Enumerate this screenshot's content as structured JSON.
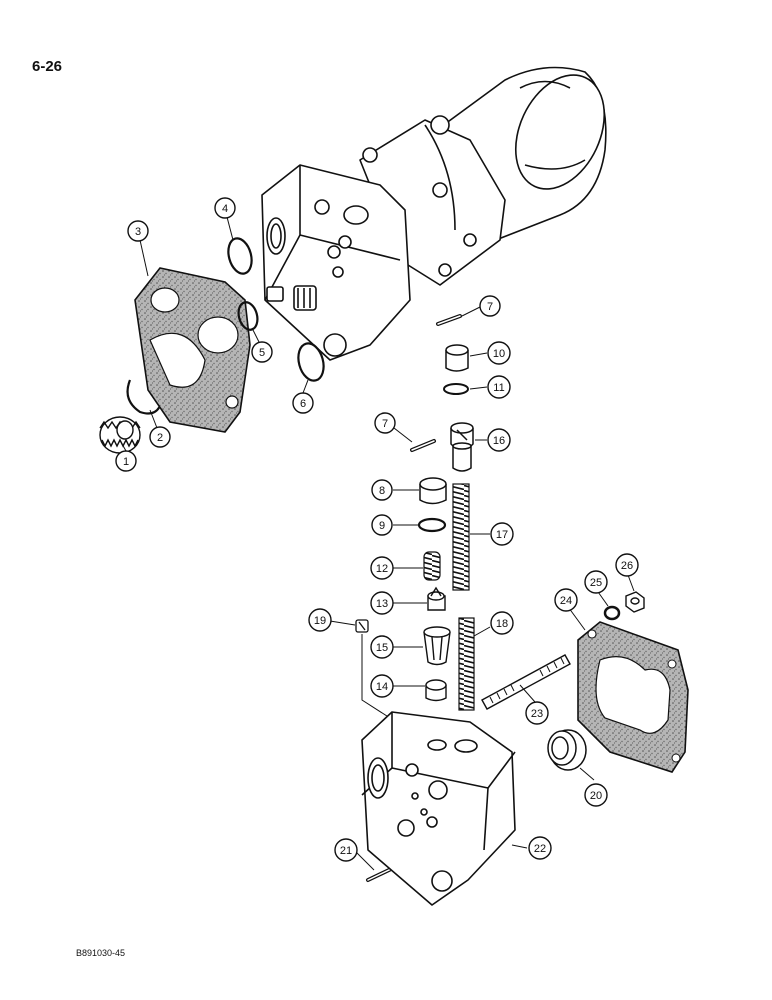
{
  "page": {
    "number": "6-26",
    "figure_code": "B891030-45"
  },
  "callouts": [
    "1",
    "2",
    "3",
    "4",
    "5",
    "6",
    "7",
    "10",
    "11",
    "7",
    "16",
    "8",
    "9",
    "17",
    "12",
    "13",
    "15",
    "14",
    "19",
    "18",
    "24",
    "25",
    "26",
    "23",
    "20",
    "21",
    "22"
  ],
  "colors": {
    "ink": "#111111",
    "gasket_fill": "#9a9a9a",
    "paper": "#ffffff"
  }
}
